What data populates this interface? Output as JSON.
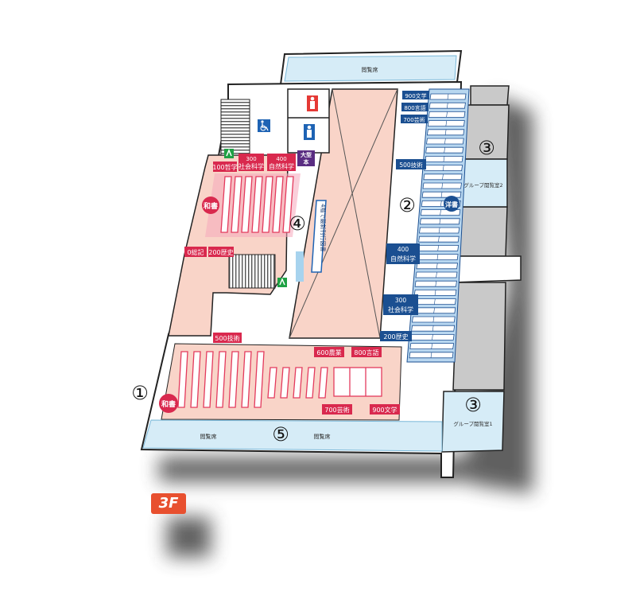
{
  "floor": "3F",
  "reading_seats": {
    "top": "閲覧席",
    "bottom_left": "閲覧席",
    "bottom_right": "閲覧席"
  },
  "group_rooms": {
    "room2": "グループ閲覧室2",
    "room1": "グループ閲覧室1"
  },
  "area_numbers": {
    "n1": "①",
    "n2": "②",
    "n3a": "③",
    "n3b": "③",
    "n4": "④",
    "n5": "⑤"
  },
  "japanese_books": {
    "upper_badge": "和書",
    "lower_badge": "和書",
    "upper_labels": {
      "philosophy": "100哲学",
      "social_num": "300",
      "social": "社会科学",
      "natural_num": "400",
      "natural": "自然科学",
      "general": "0総記",
      "history": "200歴史"
    },
    "lower_labels": {
      "technology": "500技術",
      "agriculture": "600農業",
      "language": "800言語",
      "arts": "700芸術",
      "literature": "900文学"
    }
  },
  "western_books": {
    "badge": "洋書",
    "labels": {
      "literature": "900文学",
      "language": "800言語",
      "arts": "700芸術",
      "technology": "500技術",
      "natural_num": "400",
      "natural": "自然科学",
      "social_num": "300",
      "social": "社会科学",
      "history": "200歴史"
    }
  },
  "oversize": {
    "line1": "大型",
    "line2": "本"
  },
  "directory": "4階で最新刊行図書",
  "icons": [
    "male-restroom-icon",
    "female-restroom-icon",
    "accessible-restroom-icon",
    "emergency-exit-icon",
    "stairs-icon"
  ],
  "colors": {
    "pink_area": "#f9d4c8",
    "shelf_red": "#e33a5d",
    "label_red": "#d9294e",
    "blue_seats": "#d6ecf7",
    "blue_shelf": "#1b4f91",
    "gray_room": "#c9c9c9"
  }
}
